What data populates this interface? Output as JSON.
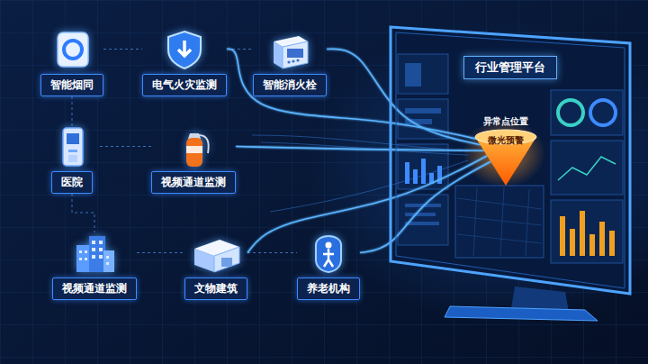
{
  "diagram": {
    "nodes": [
      {
        "text": [
          "智能烟同"
        ]
      },
      {
        "text": [
          "电气火灾监测"
        ]
      },
      {
        "text": [
          "智能消火栓"
        ]
      },
      {
        "text": [
          "医院"
        ]
      },
      {
        "text": [
          "视频通道监测"
        ]
      },
      {
        "text": [
          "视频通道监测"
        ]
      },
      {
        "text": [
          "文物建筑"
        ]
      },
      {
        "text": [
          "养老机构"
        ]
      },
      {
        "text": [
          "行业管理平台"
        ]
      },
      {
        "text": [
          "异常点位置",
          "微光预警"
        ],
        "in": 8
      }
    ],
    "edges": [
      {
        "from": 0,
        "to": 1,
        "arrow": "none"
      },
      {
        "from": 1,
        "to": 2,
        "arrow": "none"
      },
      {
        "from": 0,
        "to": 3,
        "arrow": "none"
      },
      {
        "from": 3,
        "to": 4,
        "arrow": "none"
      },
      {
        "from": 3,
        "to": 5,
        "arrow": "none"
      },
      {
        "from": 5,
        "to": 6,
        "arrow": "none"
      },
      {
        "from": 6,
        "to": 7,
        "arrow": "none"
      },
      {
        "from": 1,
        "to": 9,
        "arrow": "none"
      },
      {
        "from": 2,
        "to": 9,
        "arrow": "none"
      },
      {
        "from": 4,
        "to": 9,
        "arrow": "none"
      },
      {
        "from": 6,
        "to": 9,
        "arrow": "none"
      },
      {
        "from": 7,
        "to": 9,
        "arrow": "none"
      }
    ]
  }
}
